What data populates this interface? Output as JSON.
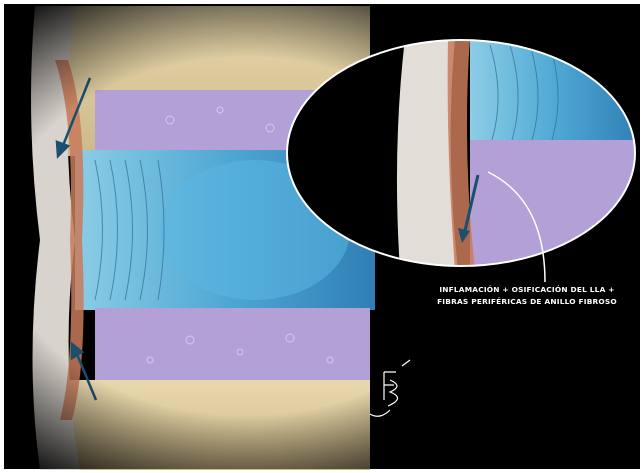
{
  "illustration": {
    "caption_line1": "INFLAMACIÓN + OSIFICACIÓN DEL LLA +",
    "caption_line2": "FIBRAS PERIFÉRICAS DE ANILLO FIBROSO",
    "signature_text": "FB"
  },
  "colors": {
    "background": "#000000",
    "frame": "#ffffff",
    "bone": "#d9c79a",
    "marrow": "#b3a0d6",
    "disc": "#5ab0d8",
    "ligament": "#d8d3cc",
    "inflammation": "#c97a5a",
    "arrow": "#1a4f6e"
  }
}
